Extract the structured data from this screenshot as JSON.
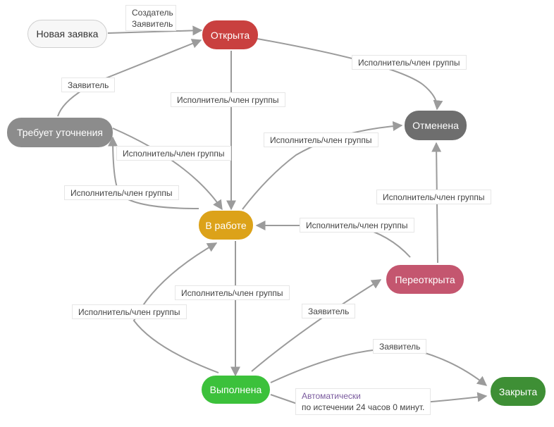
{
  "nodes": {
    "new": "Новая заявка",
    "open": "Открыта",
    "needs": "Требует уточнения",
    "cancelled": "Отменена",
    "inwork": "В работе",
    "reopened": "Переоткрыта",
    "done": "Выполнена",
    "closed": "Закрыта"
  },
  "colors": {
    "new_bg": "#f7f7f7",
    "open": "#c9403f",
    "needs": "#8c8c8c",
    "cancelled": "#6e6e6e",
    "inwork": "#dca219",
    "reopened": "#c4566f",
    "done": "#3cc13b",
    "closed": "#3e8f35",
    "edge": "#9b9b9b"
  },
  "labels": {
    "creator": "Создатель",
    "applicant": "Заявитель",
    "executor": "Исполнитель/член группы",
    "auto": "Автоматически",
    "auto_detail": "по истечении 24 часов 0 минут."
  }
}
